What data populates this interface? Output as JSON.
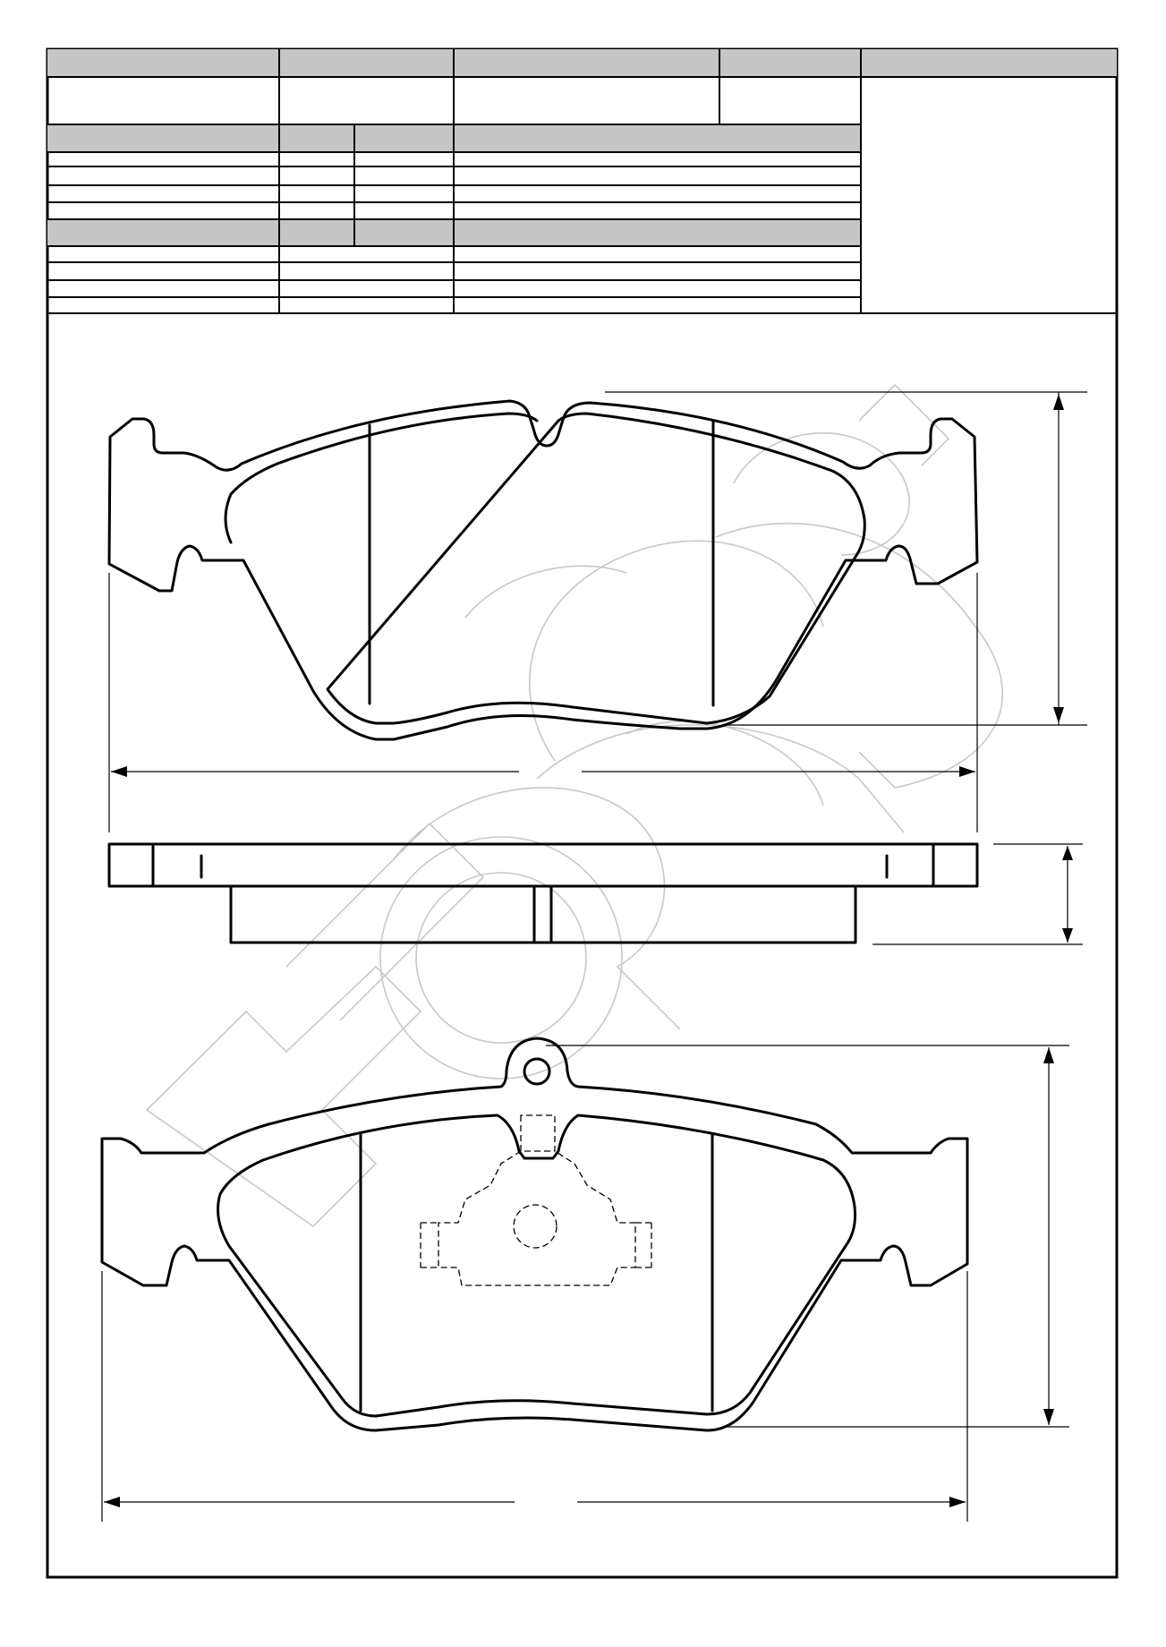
{
  "sheet": {
    "header_cells": [
      "",
      "",
      "",
      "",
      ""
    ],
    "table_rows_upper": 4,
    "table_rows_lower": 3
  },
  "views": [
    "top-view",
    "side-view",
    "bottom-view"
  ],
  "colors": {
    "line": "#000000",
    "header_fill": "#c6c6c6",
    "watermark": "#c8c8c8"
  }
}
